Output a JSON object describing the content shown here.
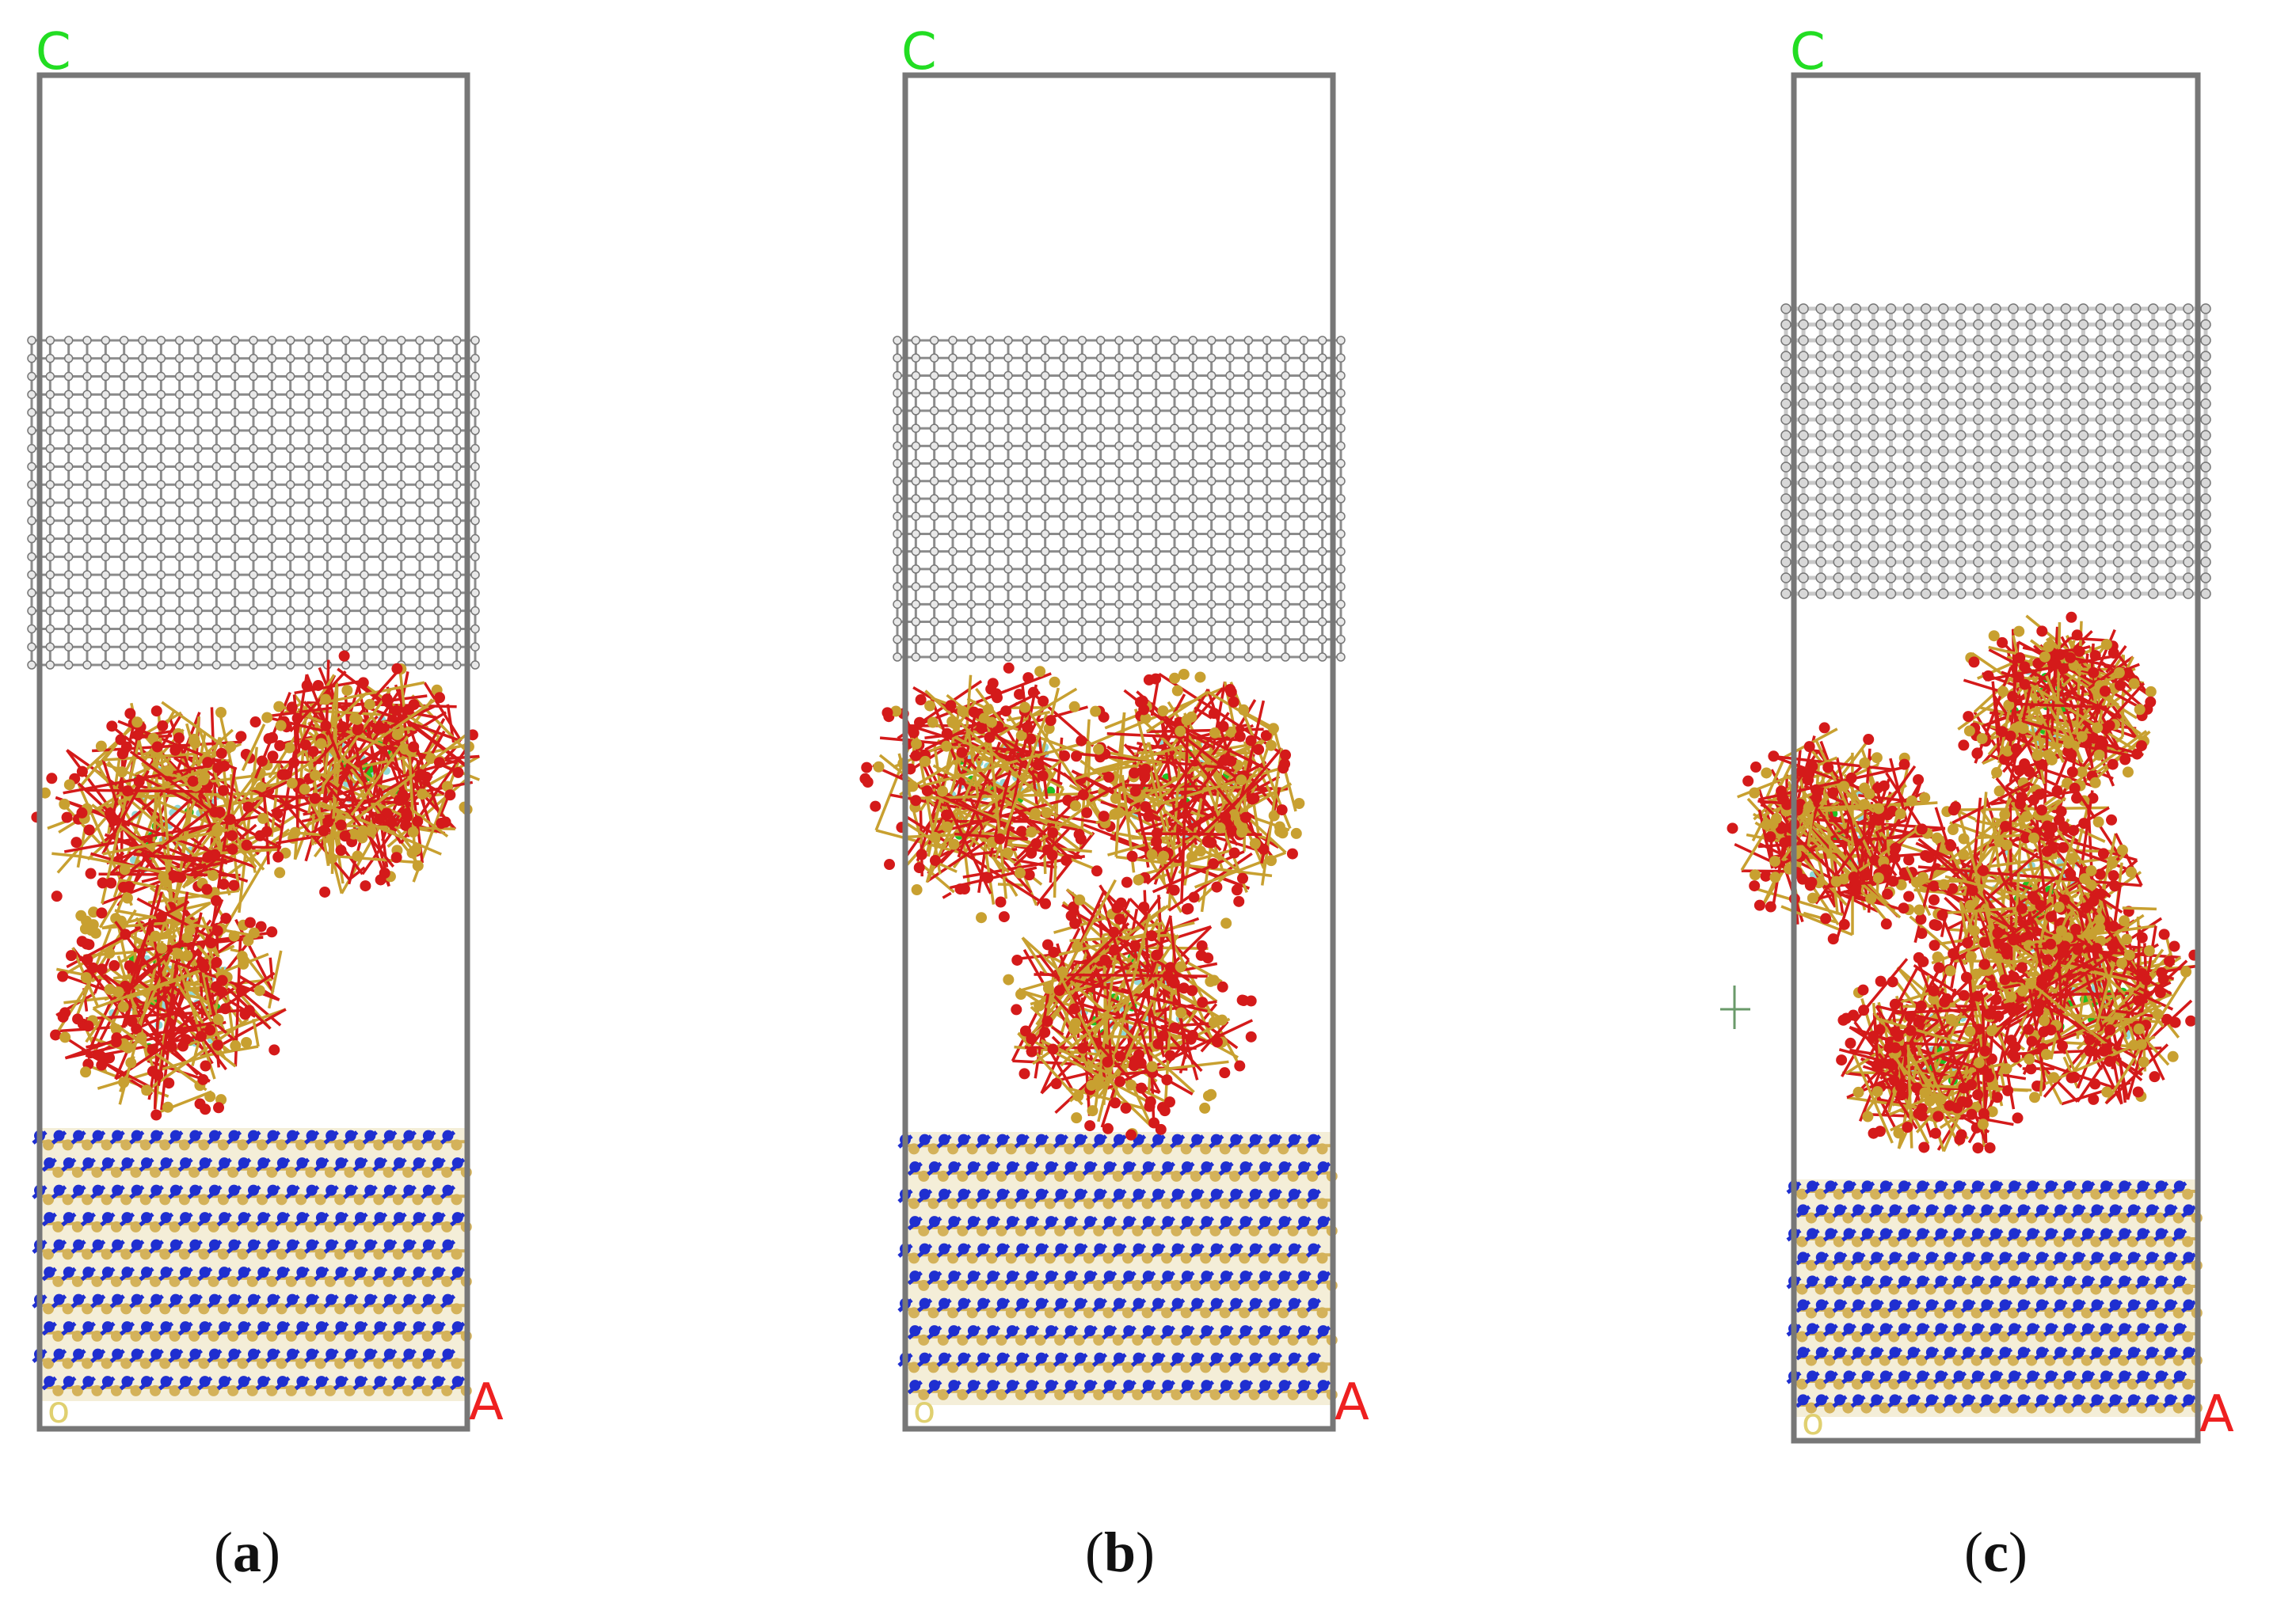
{
  "panels": [
    {
      "id": "a",
      "caption_letter": "a",
      "axis_c": "C",
      "axis_a": "A",
      "axis_o": "o"
    },
    {
      "id": "b",
      "caption_letter": "b",
      "axis_c": "C",
      "axis_a": "A",
      "axis_o": "o"
    },
    {
      "id": "c",
      "caption_letter": "c",
      "axis_c": "C",
      "axis_a": "A",
      "axis_o": "o"
    }
  ],
  "colors": {
    "cell_border": "#777777",
    "graphite_atom": "#b8b8b8",
    "graphite_bond": "#8c8c8c",
    "substrate_blue": "#1f2fd0",
    "substrate_gold": "#d4b25a",
    "cluster_red": "#d41a1a",
    "cluster_gold": "#c8a030",
    "cluster_cyan": "#8fd8d8",
    "cluster_green": "#22c022",
    "axis_c": "#22dd22",
    "axis_a": "#ee2020",
    "axis_o": "#e0d070"
  },
  "icons": {
    "axis_origin": "axis-origin-icon"
  }
}
